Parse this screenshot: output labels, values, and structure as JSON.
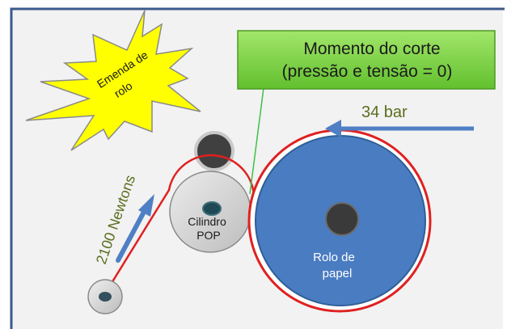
{
  "starburst": {
    "line1": "Emenda de",
    "line2": "rolo"
  },
  "callout": {
    "line1": "Momento do corte",
    "line2": "(pressão e tensão = 0)"
  },
  "pressure_label": "34 bar",
  "tension_label": "2100 Newtons",
  "pop_cylinder": {
    "line1": "Cilindro",
    "line2": "POP"
  },
  "paper_roll": {
    "line1": "Rolo de",
    "line2": "papel"
  },
  "colors": {
    "background": "#f2f2f2",
    "frame": "#3b5a8a",
    "roll_blue": "#4a7cc2",
    "red_line": "#e02020",
    "arrow_blue": "#4f7fc4",
    "callout_green": "#7ed34a",
    "starburst_yellow": "#ffff00",
    "label_olive": "#5a6e1e"
  }
}
